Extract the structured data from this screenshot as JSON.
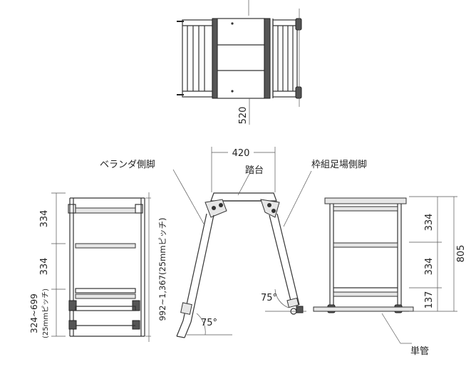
{
  "labels": {
    "veranda_leg": "ベランダ側脚",
    "step": "踏台",
    "frame_leg": "枠組足場側脚",
    "single_pipe": "単管"
  },
  "dimensions": {
    "top_width": "520",
    "step_width": "420",
    "left_section_1": "334",
    "left_section_2": "334",
    "left_adjust": "324~699",
    "left_adjust_pitch": "(25mmピッチ)",
    "leg_length": "992~1,367(25mmピッチ)",
    "angle_left": "75°",
    "angle_right": "75°",
    "right_section_1": "334",
    "right_section_2": "334",
    "right_section_3": "137",
    "total_height": "805"
  }
}
